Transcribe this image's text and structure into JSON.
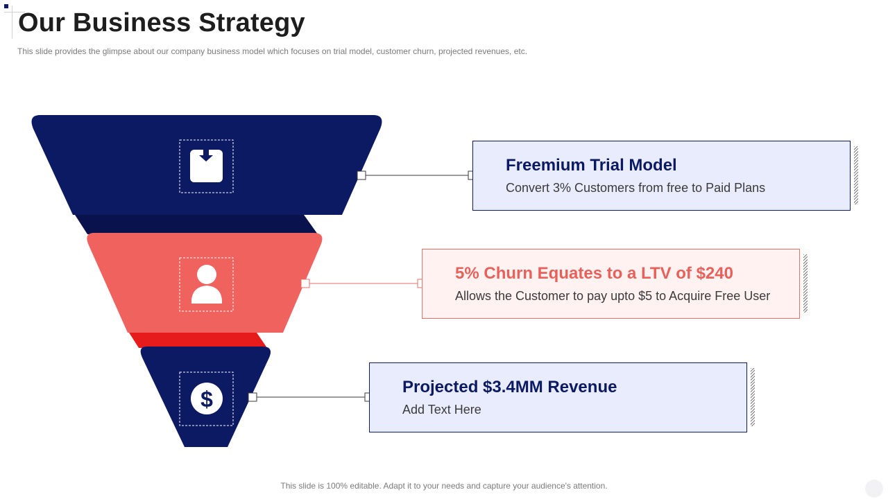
{
  "slide": {
    "title": "Our Business Strategy",
    "subtitle": "This slide provides  the glimpse about our company business model which focuses on trial model, customer churn, projected revenues,  etc.",
    "footer": "This slide is 100% editable. Adapt it to your needs and capture your audience's attention."
  },
  "colors": {
    "navy": "#0c1a63",
    "navy_dark": "#0a124e",
    "coral": "#f0625e",
    "red": "#e61c1c",
    "card_blue_bg": "#e9ecfd",
    "card_red_bg": "#fff2f1"
  },
  "funnel": {
    "levels": [
      {
        "icon": "inbox-download-icon",
        "color": "#0c1a63"
      },
      {
        "icon": "user-icon",
        "color": "#f0625e"
      },
      {
        "icon": "dollar-coin-icon",
        "color": "#0c1a63"
      }
    ]
  },
  "cards": [
    {
      "title": "Freemium Trial Model",
      "text": "Convert 3% Customers from free to Paid Plans"
    },
    {
      "title": "5%  Churn Equates to a LTV of $240",
      "text": "Allows the Customer to pay upto $5 to Acquire Free User"
    },
    {
      "title": "Projected $3.4MM Revenue",
      "text": "Add Text Here"
    }
  ]
}
